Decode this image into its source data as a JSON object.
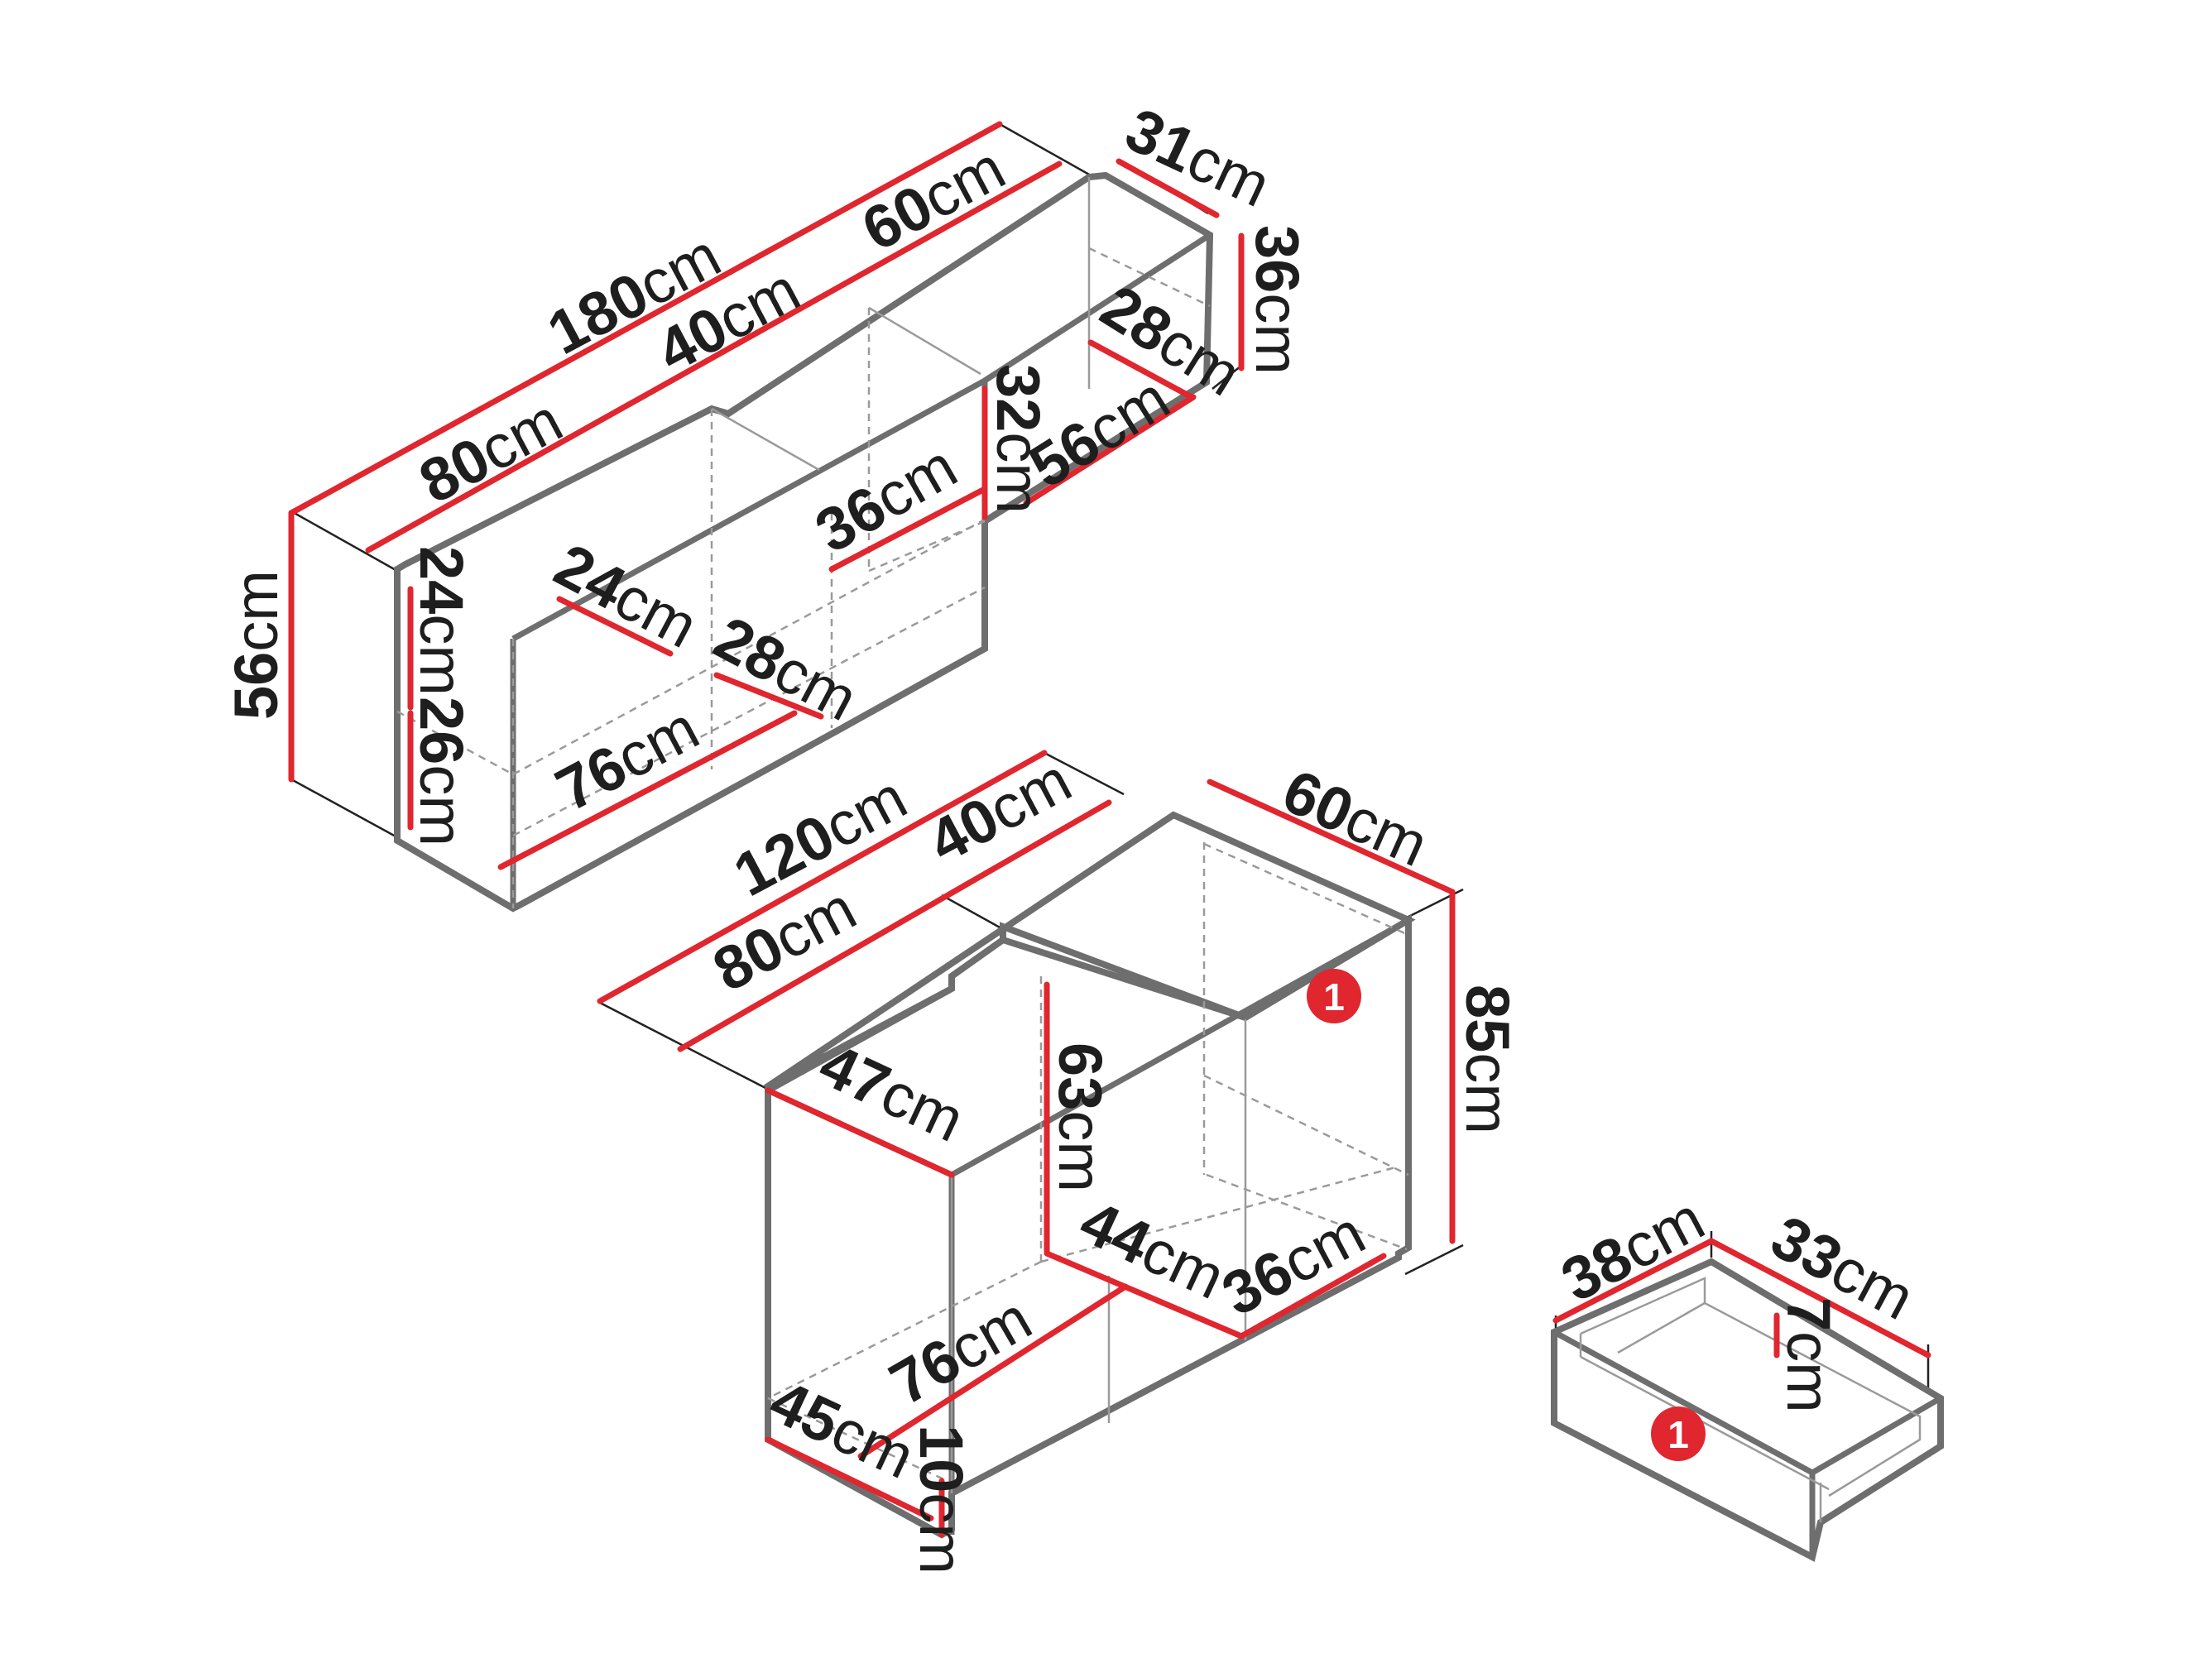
{
  "colors": {
    "dimension": "#e0262e",
    "outline": "#6e6e6e",
    "text": "#1e1e1e",
    "marker": "#e0262e"
  },
  "unit": "cm",
  "upper_cabinet": {
    "total_width": "180",
    "top_back": "60",
    "middle_width": "40",
    "left_width": "80",
    "right_depth": "31",
    "right_height": "36",
    "shelf_depth_right": "28",
    "inner_height_right": "32",
    "inner_width_right": "56",
    "mid_height": "36",
    "height": "56",
    "left_shelf_height": "24",
    "shelf_depth_left": "24",
    "shelf_depth_mid": "28",
    "lower_height_left": "26",
    "inner_width_bottom": "76"
  },
  "lower_cabinet": {
    "total_width": "120",
    "right_width": "40",
    "left_width": "80",
    "depth_right": "60",
    "height": "85",
    "depth_side": "47",
    "inner_height": "63",
    "inner_depth": "44",
    "inner_width": "36",
    "drawer_width": "76",
    "drawer_depth": "45",
    "plinth_height": "10",
    "marker": "1"
  },
  "drawer": {
    "width": "38",
    "depth": "33",
    "height": "7",
    "marker": "1"
  }
}
